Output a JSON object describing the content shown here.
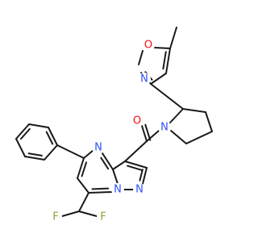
{
  "colors": {
    "bond": "#1a1a1a",
    "N": "#3050f8",
    "O": "#ff0d0d",
    "F": "#8fa032",
    "background": "#ffffff"
  },
  "molecule": {
    "labels": [
      {
        "id": "o-isoxazole",
        "text": "O",
        "element": "O"
      },
      {
        "id": "n-isoxazole",
        "text": "N",
        "element": "N"
      },
      {
        "id": "o-carbonyl",
        "text": "O",
        "element": "O"
      },
      {
        "id": "n-pyrrolidine",
        "text": "N",
        "element": "N"
      },
      {
        "id": "n-pyrimidine-upper",
        "text": "N",
        "element": "N"
      },
      {
        "id": "n-bridge",
        "text": "N",
        "element": "N"
      },
      {
        "id": "n-pyrazole",
        "text": "N",
        "element": "N"
      },
      {
        "id": "f-left",
        "text": "F",
        "element": "F"
      },
      {
        "id": "f-right",
        "text": "F",
        "element": "F"
      }
    ]
  }
}
